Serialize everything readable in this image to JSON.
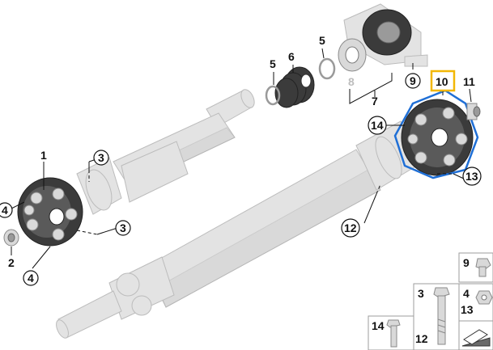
{
  "diagram": {
    "callouts": {
      "p1": "1",
      "p2": "2",
      "p3a": "3",
      "p3b": "3",
      "p4a": "4",
      "p4b": "4",
      "p5a": "5",
      "p5b": "5",
      "p6": "6",
      "p7": "7",
      "p8": "8",
      "p9": "9",
      "p10": "10",
      "p11": "11",
      "p12": "12",
      "p13": "13",
      "p14": "14"
    },
    "legend": {
      "c9": "9",
      "c3": "3",
      "c4": "4",
      "c13": "13",
      "c14": "14",
      "c12": "12"
    },
    "colors": {
      "highlight_box": "#f2b705",
      "selection_outline": "#1f6fd6",
      "part_8_grey": "#bdbdbd"
    }
  }
}
